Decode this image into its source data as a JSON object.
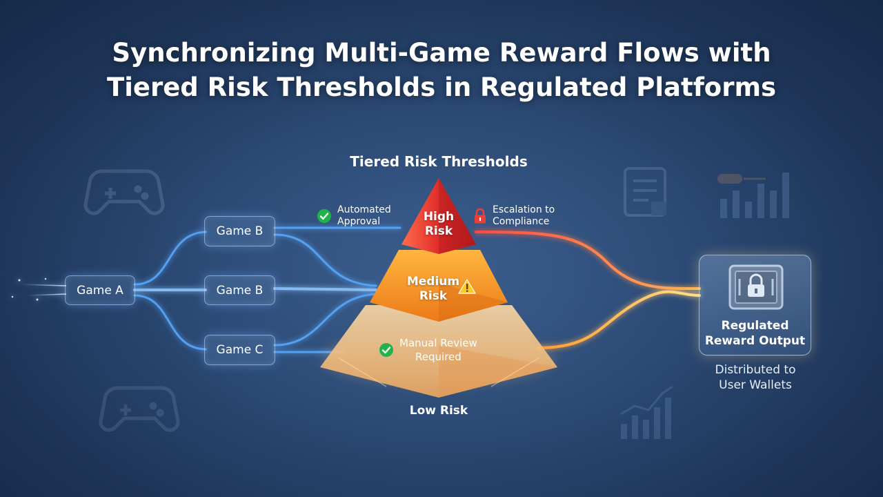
{
  "title": {
    "line1": "Synchronizing Multi-Game Reward Flows with",
    "line2": "Tiered Risk Thresholds in Regulated Platforms"
  },
  "pyramid": {
    "heading": "Tiered Risk Thresholds",
    "high": {
      "line1": "High",
      "line2": "Risk"
    },
    "medium": {
      "line1": "Medium",
      "line2": "Risk"
    },
    "low_label": "Low Risk"
  },
  "sources": {
    "game_a": "Game A",
    "game_b_top": "Game B",
    "game_b_mid": "Game B",
    "game_c": "Game C"
  },
  "annotations": {
    "automated": {
      "line1": "Automated",
      "line2": "Approval"
    },
    "escalation": {
      "line1": "Escalation to",
      "line2": "Compliance"
    },
    "manual": {
      "line1": "Manual Review",
      "line2": "Required"
    }
  },
  "output": {
    "line1": "Regulated",
    "line2": "Reward Output",
    "dist_line1": "Distributed to",
    "dist_line2": "User Wallets"
  },
  "icons": {
    "check": "check-circle-icon",
    "lock": "lock-icon",
    "warning": "warning-icon",
    "vault": "vault-lock-icon",
    "gamepad": "gamepad-icon",
    "document": "document-icon",
    "chart": "bar-chart-icon"
  },
  "colors": {
    "flow_blue": "#59aaff",
    "flow_red": "#e8403a",
    "flow_orange": "#f5a030",
    "tier_high": "#e0302e",
    "tier_medium": "#f08a1c",
    "tier_low": "#f2c489",
    "check_green": "#22b24a",
    "lock_red": "#e8403a",
    "warn_yellow": "#ffc91e"
  }
}
